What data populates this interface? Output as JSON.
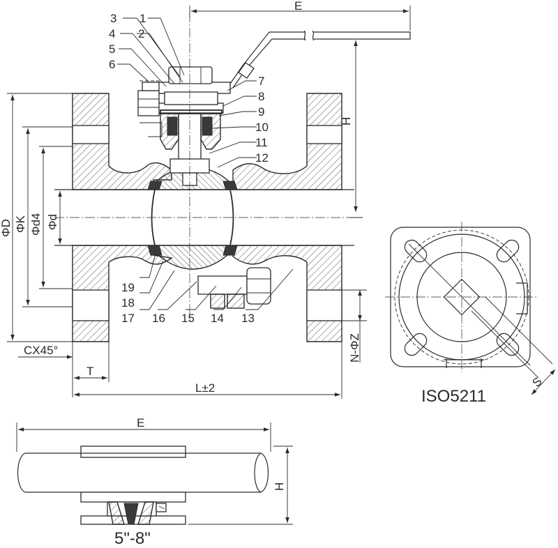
{
  "figure": {
    "callouts": [
      "1",
      "2",
      "3",
      "4",
      "5",
      "6",
      "7",
      "8",
      "9",
      "10",
      "11",
      "12",
      "13",
      "14",
      "15",
      "16",
      "17",
      "18",
      "19"
    ],
    "dimensions": {
      "E": "E",
      "H": "H",
      "D": "ΦD",
      "K": "ΦK",
      "d4": "Φd4",
      "d": "Φd",
      "chamfer": "CX45°",
      "T": "T",
      "L": "L±2",
      "NZ": "N-ΦZ",
      "S": "S"
    },
    "iso_label": "ISO5211",
    "size_label": "5\"-8\"",
    "colors": {
      "ink": "#2a2a2a",
      "background": "#ffffff"
    }
  }
}
